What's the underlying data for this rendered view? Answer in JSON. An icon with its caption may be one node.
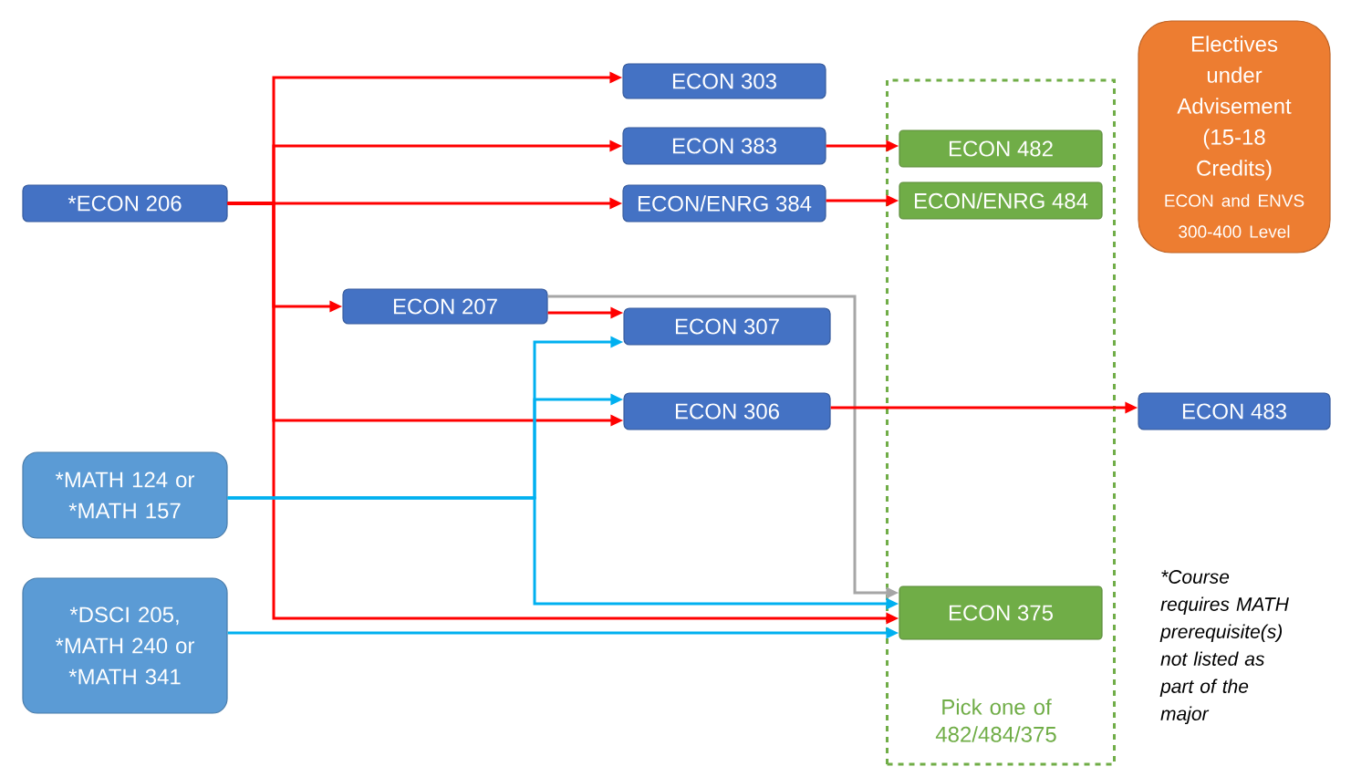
{
  "diagram": {
    "nodes": [
      {
        "text": [
          "*ECON 206"
        ]
      },
      {
        "text": [
          "ECON 303"
        ]
      },
      {
        "text": [
          "ECON 383"
        ]
      },
      {
        "text": [
          "ECON/ENRG 384"
        ]
      },
      {
        "text": [
          "ECON 207"
        ]
      },
      {
        "text": [
          "ECON 307"
        ]
      },
      {
        "text": [
          "ECON 306"
        ]
      },
      {
        "text": [
          "*MATH 124 or *MATH 157"
        ]
      },
      {
        "text": [
          "*DSCI 205, *MATH 240 or *MATH 341"
        ]
      },
      {
        "text": [
          "Pick one of 482/484/375"
        ]
      },
      {
        "text": [
          "ECON 482"
        ],
        "in": 9
      },
      {
        "text": [
          "ECON/ENRG 484"
        ],
        "in": 9
      },
      {
        "text": [
          "ECON 375"
        ],
        "in": 9
      },
      {
        "text": [
          "Electives under Advisement (15-18 Credits)",
          "ECON and ENVS 300-400 Level"
        ]
      },
      {
        "text": [
          "ECON 483"
        ]
      }
    ],
    "edges": [
      {
        "from": 0,
        "to": 1,
        "arrow": "to"
      },
      {
        "from": 0,
        "to": 2,
        "arrow": "to"
      },
      {
        "from": 0,
        "to": 3,
        "arrow": "to"
      },
      {
        "from": 0,
        "to": 4,
        "arrow": "to"
      },
      {
        "from": 0,
        "to": 6,
        "arrow": "to"
      },
      {
        "from": 0,
        "to": 12,
        "arrow": "to"
      },
      {
        "from": 2,
        "to": 10,
        "arrow": "to"
      },
      {
        "from": 3,
        "to": 11,
        "arrow": "to"
      },
      {
        "from": 4,
        "to": 5,
        "arrow": "to"
      },
      {
        "from": 4,
        "to": 12,
        "arrow": "to",
        "color": "#a6a6a6"
      },
      {
        "from": 7,
        "to": 5,
        "arrow": "to",
        "color": "#00b0f0"
      },
      {
        "from": 7,
        "to": 6,
        "arrow": "to",
        "color": "#00b0f0"
      },
      {
        "from": 7,
        "to": 12,
        "arrow": "to",
        "color": "#00b0f0"
      },
      {
        "from": 8,
        "to": 12,
        "arrow": "to",
        "color": "#00b0f0"
      },
      {
        "from": 6,
        "to": 14,
        "arrow": "to"
      }
    ],
    "labels": [
      "*Course requires MATH prerequisite(s) not listed as part of the major"
    ]
  }
}
